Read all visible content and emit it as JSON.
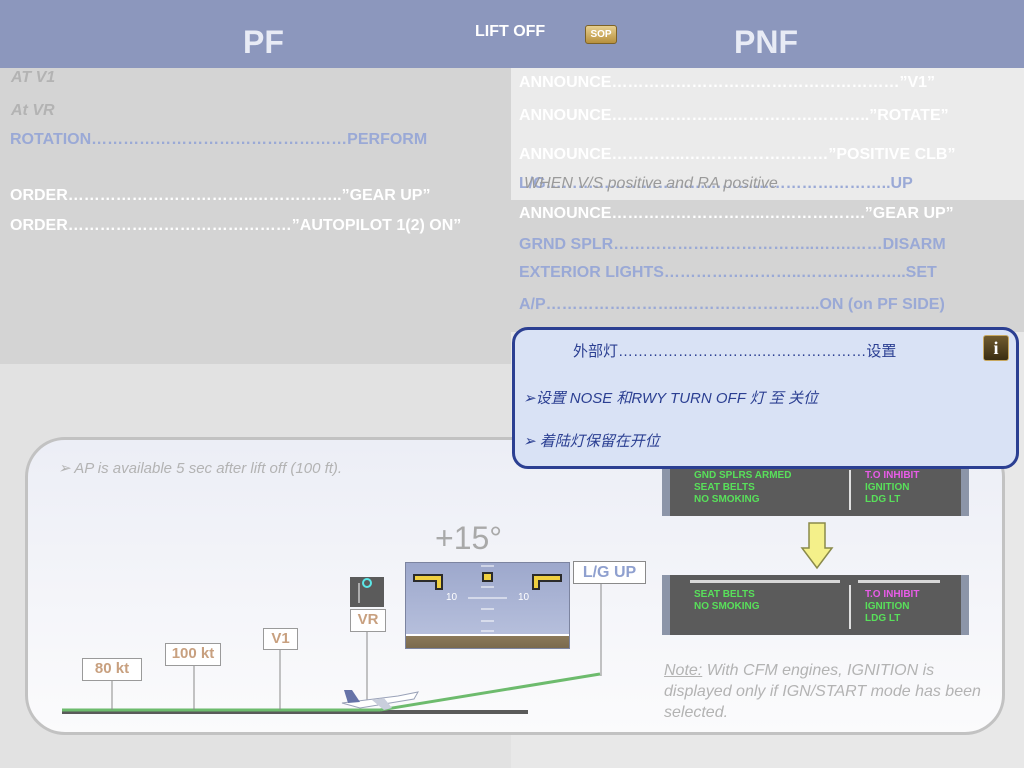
{
  "header": {
    "pf_title": "PF",
    "pnf_title": "PNF",
    "phase_title": "LIFT OFF",
    "sop_button": "SOP"
  },
  "pf": {
    "at_v1": "AT V1",
    "at_vr": "At VR",
    "rotation": "ROTATION…………………………………………PERFORM",
    "order_gear": "ORDER……………………………..……………..”GEAR UP”",
    "order_ap": "ORDER……………………………………”AUTOPILOT 1(2) ON”"
  },
  "pnf": {
    "announce_v1": "ANNOUNCE………………………………………………”V1”",
    "announce_rotate": "ANNOUNCE…………………..……………………..”ROTATE”",
    "announce_clb": "ANNOUNCE…………..………………………”POSITIVE CLB”",
    "ldg_gear": "L/G………………………………………………………..UP",
    "when_overlay": "WHEN V/S positive and RA positive",
    "announce_gear": "ANNOUNCE………………………..……………….”GEAR UP”",
    "grnd_splr": "GRND SPLR………………………………..…….……DISARM",
    "ext_lights": "EXTERIOR LIGHTS……………………..………………..SET",
    "ap": "A/P……………………..……………………..ON (on PF SIDE)"
  },
  "popup": {
    "title": "外部灯………………………..…………………设置",
    "bullet1": "设置 NOSE 和RWY TURN OFF 灯 至 关位",
    "bullet2": "着陆灯保留在开位",
    "info_icon": "info-icon"
  },
  "diagram": {
    "ap_note": "AP is available 5 sec after lift off (100 ft).",
    "speeds": [
      "80 kt",
      "100 kt",
      "V1",
      "VR"
    ],
    "pitch": "+15°",
    "pitch_ladder": [
      "10",
      "10"
    ],
    "lg_up": "L/G UP",
    "ecam_before": {
      "left": [
        "GND SPLRS ARMED",
        "SEAT BELTS",
        "NO SMOKING"
      ],
      "right": [
        "T.O INHIBIT",
        "IGNITION",
        "LDG LT"
      ]
    },
    "ecam_after": {
      "left": [
        "SEAT BELTS",
        "NO SMOKING"
      ],
      "right": [
        "T.O INHIBIT",
        "IGNITION",
        "LDG LT"
      ]
    },
    "note_label": "Note:",
    "note_text": "With CFM engines, IGNITION is displayed only if IGN/START mode has been selected.",
    "colors": {
      "header": "#8c97bd",
      "popup_border": "#2b3f92",
      "ecam_green": "#58e05a",
      "ecam_magenta": "#e85ce8",
      "runway_green": "#6dbb6d"
    }
  }
}
